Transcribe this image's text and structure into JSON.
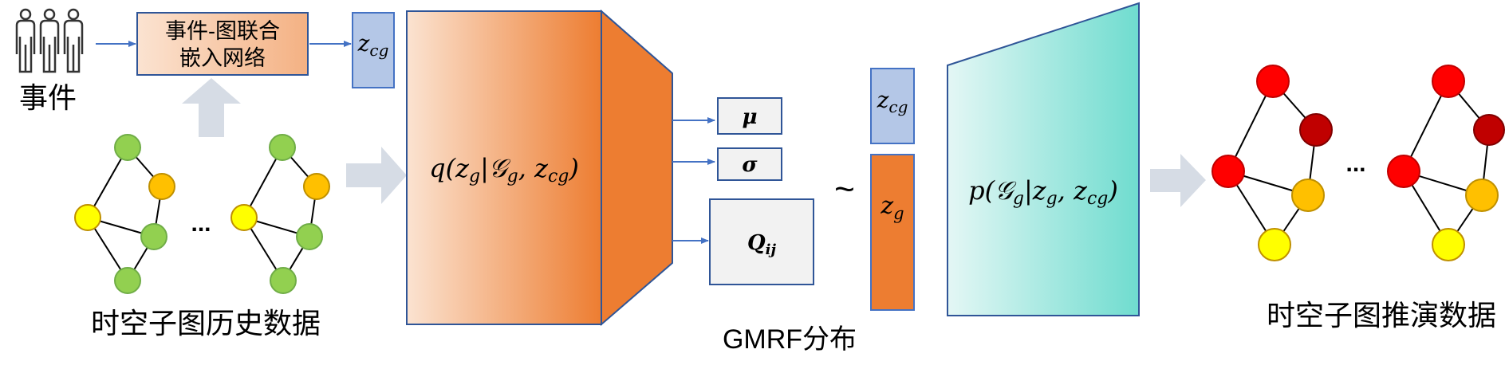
{
  "events": {
    "label": "事件",
    "embed_box": {
      "line1": "事件-图联合",
      "line2": "嵌入网络"
    },
    "z_cg": "z_cg"
  },
  "history": {
    "label": "时空子图历史数据",
    "ellipsis": "..."
  },
  "encoder": {
    "label": "q(z_g|𝒢_g, z_cg)"
  },
  "params": {
    "mu": "μ",
    "sigma": "σ",
    "q": "Q_ij"
  },
  "gmrf": {
    "label": "GMRF分布",
    "tilde": "~"
  },
  "latent": {
    "z_cg": "z_cg",
    "z_g": "z_g"
  },
  "decoder": {
    "label": "p(𝒢_g|z_g, z_cg)"
  },
  "output": {
    "label": "时空子图推演数据",
    "ellipsis": "..."
  },
  "colors": {
    "orange": "#ED7D31",
    "peach": "#FBE3D1",
    "blue_light": "#B4C7E7",
    "teal": "#7FDFD4",
    "node_green": "#92D050",
    "node_yellow": "#FFFF00",
    "node_orange": "#FFC000",
    "node_red": "#FF0000",
    "node_darkred": "#C00000",
    "arrow_gray": "#D6DCE5",
    "line_blue": "#4472C4"
  }
}
